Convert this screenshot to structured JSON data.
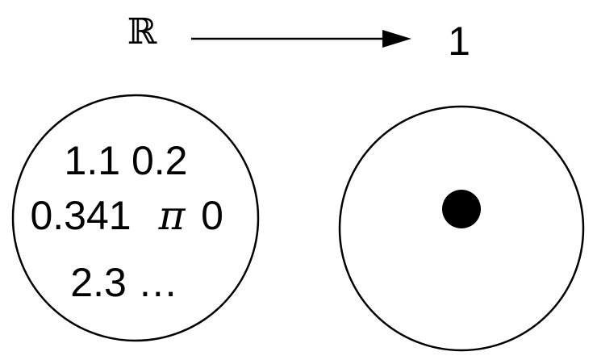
{
  "top": {
    "domain_label": "ℝ",
    "codomain_label": "1"
  },
  "left_set": {
    "row1": "1.1 0.2",
    "row2_a": "0.341",
    "row2_pi": "π",
    "row2_b": "0",
    "row3": "2.3 …"
  },
  "right_set": {
    "element": "point"
  }
}
